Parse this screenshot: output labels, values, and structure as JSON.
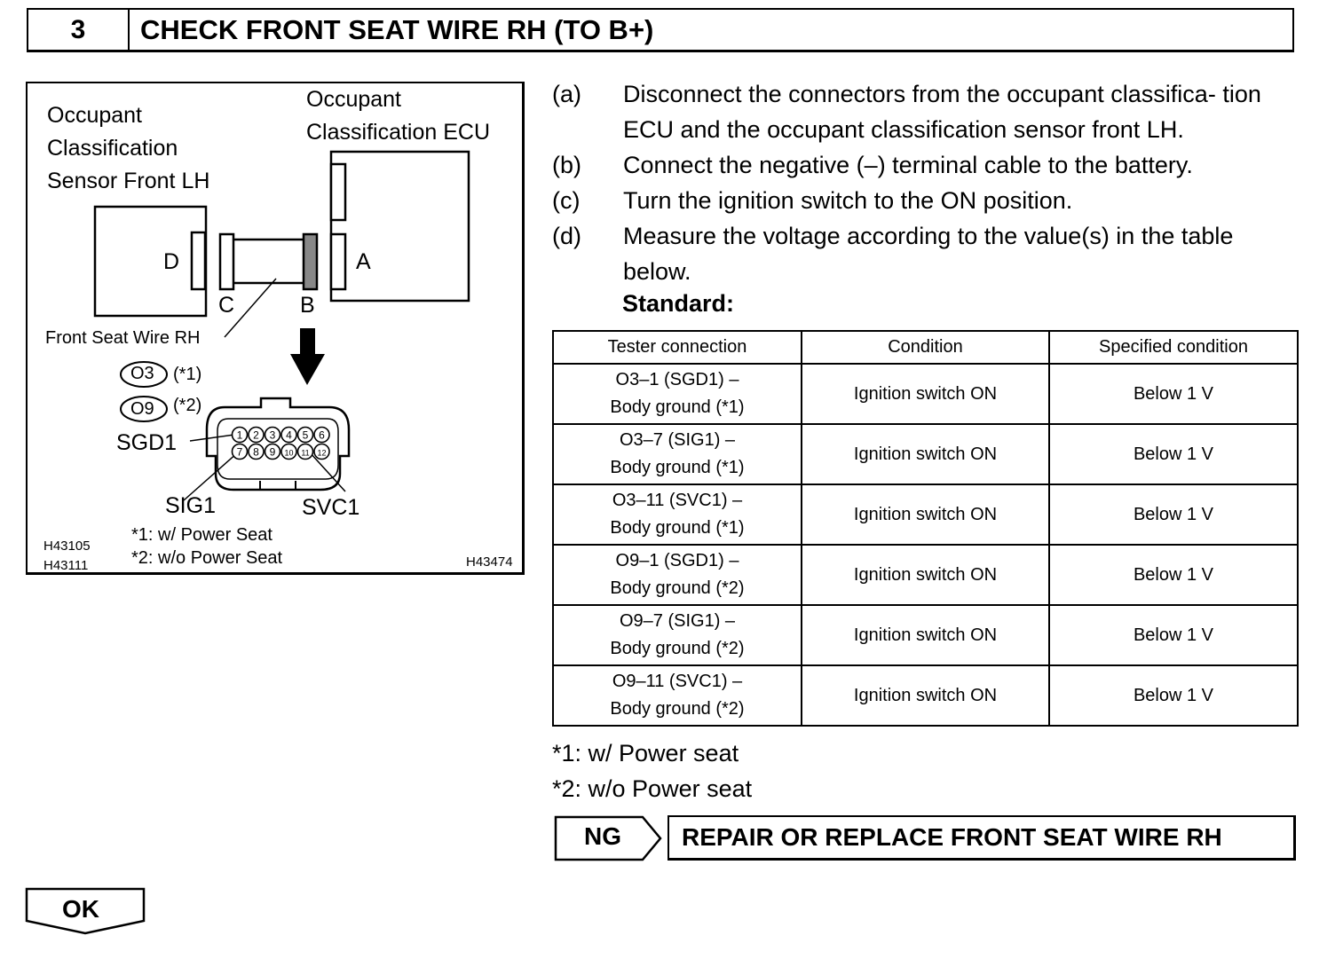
{
  "header": {
    "step_number": "3",
    "title": "CHECK FRONT SEAT WIRE RH (TO B+)"
  },
  "figure": {
    "sensor_label_lines": [
      "Occupant",
      "Classification",
      "Sensor Front LH"
    ],
    "ecu_label_lines": [
      "Occupant",
      "Classification ECU"
    ],
    "connector_d": "D",
    "connector_c": "C",
    "connector_b": "B",
    "connector_a": "A",
    "wire_label": "Front Seat Wire RH",
    "conn_o3": "O3",
    "conn_o3_note": "(*1)",
    "conn_o9": "O9",
    "conn_o9_note": "(*2)",
    "pin_sgd1": "SGD1",
    "pin_sig1": "SIG1",
    "pin_svc1": "SVC1",
    "pins_top": [
      "1",
      "2",
      "3",
      "4",
      "5",
      "6"
    ],
    "pins_bottom": [
      "7",
      "8",
      "9",
      "10",
      "11",
      "12"
    ],
    "note1": "*1: w/ Power Seat",
    "note2": "*2: w/o Power Seat",
    "code1": "H43105",
    "code2": "H43111",
    "code3": "H43474"
  },
  "steps": [
    {
      "letter": "(a)",
      "text": "Disconnect the connectors from the occupant classifica- tion ECU and the occupant classification sensor front LH."
    },
    {
      "letter": "(b)",
      "text": "Connect the negative (–) terminal cable to the battery."
    },
    {
      "letter": "(c)",
      "text": "Turn the ignition switch to the ON position."
    },
    {
      "letter": "(d)",
      "text": "Measure the voltage according to the value(s) in the table below."
    }
  ],
  "standard_label": "Standard:",
  "table": {
    "headers": [
      "Tester connection",
      "Condition",
      "Specified condition"
    ],
    "rows": [
      {
        "conn1": "O3–1 (SGD1) –",
        "conn2": "Body ground (*1)",
        "condition": "Ignition switch ON",
        "spec": "Below 1 V"
      },
      {
        "conn1": "O3–7 (SIG1) –",
        "conn2": "Body ground (*1)",
        "condition": "Ignition switch ON",
        "spec": "Below 1 V"
      },
      {
        "conn1": "O3–11 (SVC1) –",
        "conn2": "Body ground (*1)",
        "condition": "Ignition switch ON",
        "spec": "Below 1 V"
      },
      {
        "conn1": "O9–1 (SGD1) –",
        "conn2": "Body ground (*2)",
        "condition": "Ignition switch ON",
        "spec": "Below 1 V"
      },
      {
        "conn1": "O9–7 (SIG1) –",
        "conn2": "Body ground (*2)",
        "condition": "Ignition switch ON",
        "spec": "Below 1 V"
      },
      {
        "conn1": "O9–11 (SVC1) –",
        "conn2": "Body ground (*2)",
        "condition": "Ignition switch ON",
        "spec": "Below 1 V"
      }
    ]
  },
  "notes": [
    "*1: w/ Power seat",
    "*2: w/o Power seat"
  ],
  "ng": {
    "label": "NG",
    "action": "REPAIR OR REPLACE FRONT SEAT WIRE RH"
  },
  "ok": {
    "label": "OK"
  }
}
